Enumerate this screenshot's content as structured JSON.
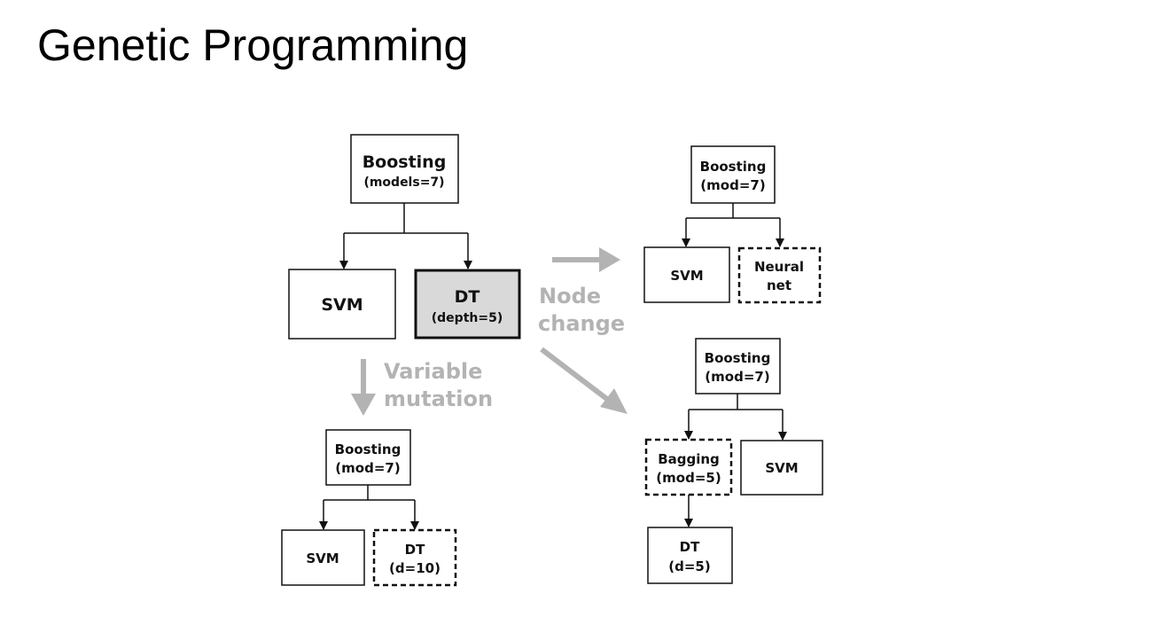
{
  "slide": {
    "title": "Genetic Programming"
  },
  "colors": {
    "node_border": "#111111",
    "highlight_fill": "#d9d9d9",
    "operation_arrow": "#b3b3b3"
  },
  "trees": {
    "original": {
      "root": {
        "line1": "Boosting",
        "line2": "(models=7)"
      },
      "left": {
        "line1": "SVM"
      },
      "right": {
        "line1": "DT",
        "line2": "(depth=5)"
      }
    },
    "node_change": {
      "root": {
        "line1": "Boosting",
        "line2": "(mod=7)"
      },
      "left": {
        "line1": "SVM"
      },
      "right": {
        "line1": "Neural",
        "line2": "net"
      }
    },
    "subtree_change": {
      "root": {
        "line1": "Boosting",
        "line2": "(mod=7)"
      },
      "left": {
        "line1": "Bagging",
        "line2": "(mod=5)"
      },
      "right": {
        "line1": "SVM"
      },
      "left_child": {
        "line1": "DT",
        "line2": "(d=5)"
      }
    },
    "variable_mutation": {
      "root": {
        "line1": "Boosting",
        "line2": "(mod=7)"
      },
      "left": {
        "line1": "SVM"
      },
      "right": {
        "line1": "DT",
        "line2": "(d=10)"
      }
    }
  },
  "operations": {
    "node_change": {
      "line1": "Node",
      "line2": "change"
    },
    "variable_mutation": {
      "line1": "Variable",
      "line2": "mutation"
    }
  }
}
